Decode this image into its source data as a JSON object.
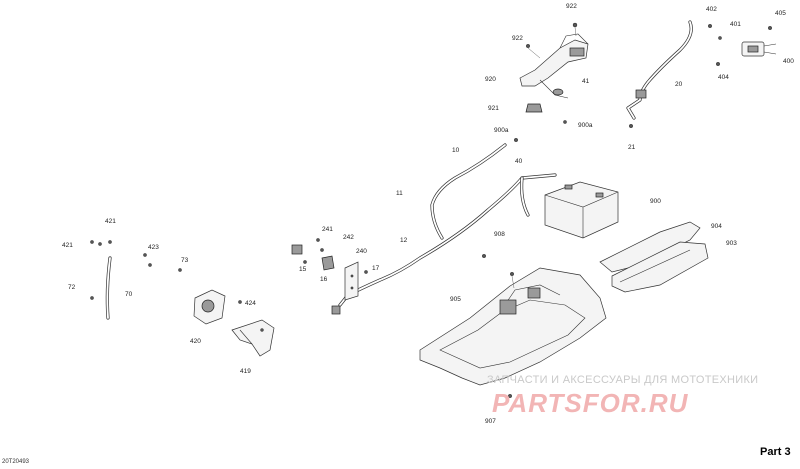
{
  "diagram": {
    "drawing_code": "20T20493",
    "part_reference": "Part 3",
    "watermark": {
      "tagline": "ЗАПЧАСТИ И АКСЕССУАРЫ ДЛЯ МОТОТЕХНИКИ",
      "logo": "PARTSFOR.RU"
    },
    "callouts": [
      "922",
      "922",
      "402",
      "405",
      "401",
      "400",
      "404",
      "920",
      "41",
      "20",
      "921",
      "900a",
      "900a",
      "21",
      "10",
      "40",
      "900",
      "11",
      "12",
      "904",
      "903",
      "421",
      "421",
      "423",
      "908",
      "73",
      "241",
      "242",
      "240",
      "15",
      "16",
      "17",
      "72",
      "70",
      "905",
      "424",
      "420",
      "419",
      "907"
    ]
  }
}
